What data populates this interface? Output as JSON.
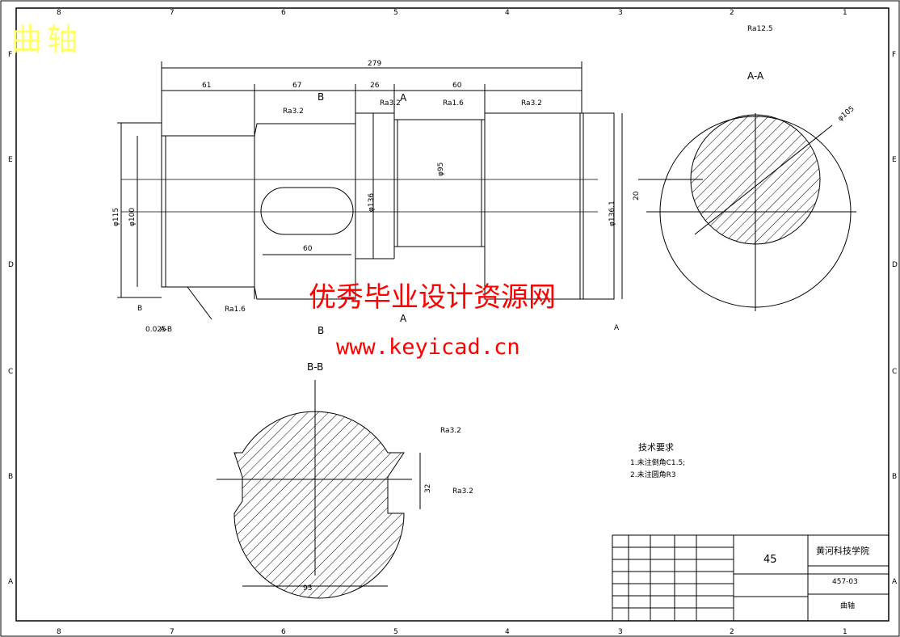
{
  "title": "曲轴",
  "watermark": {
    "text_cn": "优秀毕业设计资源网",
    "url": "www.keyicad.cn"
  },
  "border": {
    "columns": [
      "8",
      "7",
      "6",
      "5",
      "4",
      "3",
      "2",
      "1"
    ],
    "rows": [
      "F",
      "E",
      "D",
      "C",
      "B",
      "A"
    ]
  },
  "dimensions": {
    "overall": "279",
    "seg1": "61",
    "seg2": "67",
    "seg3": "26",
    "seg4": "60",
    "keyway_len": "60",
    "d1": "φ115",
    "d2": "φ100",
    "d3": "φ136",
    "d4": "φ95",
    "d5": "φ136.1",
    "aa_dia": "φ105",
    "aa_offset": "20",
    "bb_width": "93",
    "bb_key": "32"
  },
  "roughness": {
    "general": "Ra12.5",
    "r1": "Ra3.2",
    "r2": "Ra3.2",
    "r3": "Ra1.6",
    "r4": "Ra3.2",
    "r5": "Ra1.6",
    "r6": "Ra3.2",
    "r7": "Ra3.2"
  },
  "tolerance": {
    "value": "0.025",
    "datum": "A-B"
  },
  "section_labels": {
    "aa": "A-A",
    "bb": "B-B",
    "a": "A",
    "b": "B"
  },
  "datums": {
    "a": "A",
    "b": "B"
  },
  "notes": {
    "heading": "技术要求",
    "items": [
      "1.未注倒角C1.5;",
      "2.未注圆角R3"
    ]
  },
  "title_block": {
    "material": "45",
    "school": "黄河科技学院",
    "drawing_no": "457-03",
    "part_name": "曲轴"
  }
}
